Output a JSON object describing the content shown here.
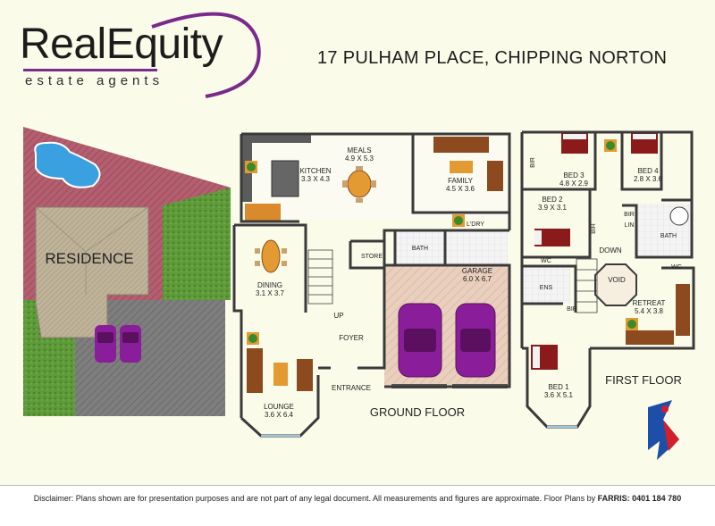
{
  "brand": {
    "name": "RealEquity",
    "tagline": "estate agents",
    "accent_color": "#7a2a8c"
  },
  "address": "17 PULHAM PLACE, CHIPPING NORTON",
  "site": {
    "residence_label": "RESIDENCE"
  },
  "ground_floor": {
    "title": "GROUND FLOOR",
    "rooms": {
      "meals_name": "MEALS",
      "meals_size": "4.9 X 5.3",
      "kitchen_name": "KITCHEN",
      "kitchen_size": "3.3 X 4.3",
      "family_name": "FAMILY",
      "family_size": "4.5 X 3.6",
      "laundry_name": "L'DRY",
      "bath_name": "BATH",
      "store_name": "STORE",
      "dining_name": "DINING",
      "dining_size": "3.1 X 3.7",
      "garage_name": "GARAGE",
      "garage_size": "6.0 X 6.7",
      "up_label": "UP",
      "foyer_name": "FOYER",
      "entrance_name": "ENTRANCE",
      "lounge_name": "LOUNGE",
      "lounge_size": "3.6 X 6.4"
    }
  },
  "first_floor": {
    "title": "FIRST FLOOR",
    "rooms": {
      "bir_1": "BIR",
      "bed3_name": "BED 3",
      "bed3_size": "4.8 X 2.9",
      "bed4_name": "BED 4",
      "bed4_size": "2.8 X 3.6",
      "bed2_name": "BED 2",
      "bed2_size": "3.9 X 3.1",
      "bir_2": "BIR",
      "bir_3": "BIR",
      "lin_label": "LIN",
      "bath_name": "BATH",
      "down_label": "DOWN",
      "wc_1": "WC",
      "wc_2": "WC",
      "ens_name": "ENS",
      "void_name": "VOID",
      "bir_4": "BIR",
      "retreat_name": "RETREAT",
      "retreat_size": "5.4 X 3.8",
      "bed1_name": "BED 1",
      "bed1_size": "3.6 X 5.1"
    }
  },
  "disclaimer": {
    "text": "Disclaimer: Plans shown are for presentation purposes and are not part of any legal document. All measurements and figures are approximate. Floor Plans by ",
    "credit": "FARRIS: 0401 184 780"
  },
  "colors": {
    "wall": "#3a3a3a",
    "paving": "#b45f70",
    "lawn": "#5e9a3a",
    "driveway": "#7e7e7e",
    "pool": "#3aa0e0",
    "car": "#8a1e9a",
    "bed": "#8b1a1a",
    "sofa": "#8c4a1e",
    "table": "#e39a33"
  }
}
